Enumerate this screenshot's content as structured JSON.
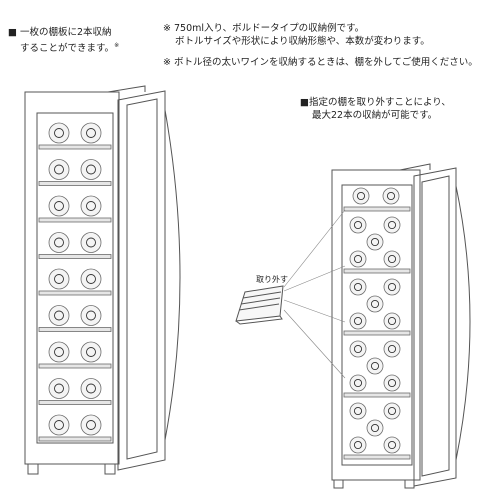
{
  "notes": {
    "left": {
      "line1": "■ 一枚の棚板に2本収納",
      "line2": "することができます。",
      "mark": "※"
    },
    "right_top": {
      "line1": "※ 750ml入り、ボルドータイプの収納例です。",
      "line2": "ボトルサイズや形状により収納形態や、本数が変わります。",
      "line3": "※ ボトル径の太いワインを収納するときは、棚を外してご使用ください。"
    },
    "right_mid": {
      "line1": "■指定の棚を取り外すことにより、",
      "line2": "最大22本の収納が可能です。"
    }
  },
  "remove_label": "取り外す",
  "colors": {
    "line": "#6b6b6b",
    "dark": "#333333",
    "bottle": "#f4f4f4"
  }
}
